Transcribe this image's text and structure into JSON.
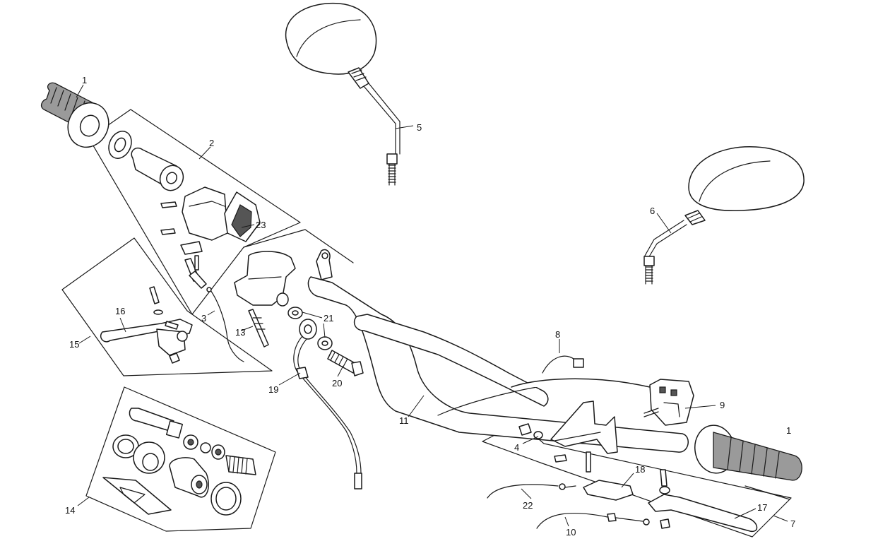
{
  "callouts": {
    "c1a": "1",
    "c1b": "1",
    "c2": "2",
    "c3": "3",
    "c4": "4",
    "c5": "5",
    "c6": "6",
    "c7": "7",
    "c8": "8",
    "c9": "9",
    "c10": "10",
    "c11": "11",
    "c13": "13",
    "c14": "14",
    "c15": "15",
    "c16": "16",
    "c17": "17",
    "c18": "18",
    "c19": "19",
    "c20": "20",
    "c21": "21",
    "c22": "22",
    "c23": "23"
  },
  "colors": {
    "line": "#1a1a1a",
    "grip": "#9a9a9a",
    "background": "#ffffff"
  }
}
